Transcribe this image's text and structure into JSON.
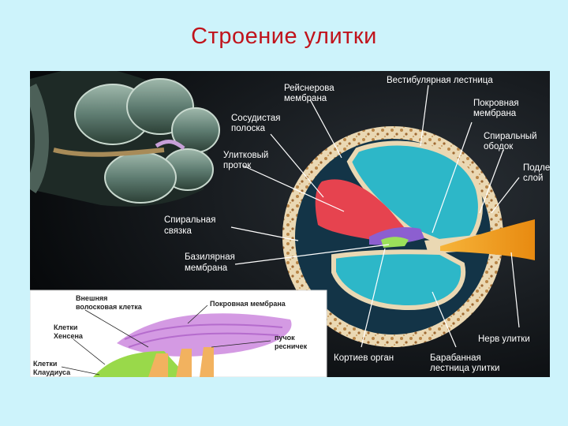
{
  "title": "Строение  улитки",
  "colors": {
    "background": "#cdf3fb",
    "title": "#c0141c",
    "figure_bg": "#101418",
    "bone": "#e9d8b5",
    "scala": "#2cb6c4",
    "duct": "#e8434d",
    "nerve": "#f0a020"
  },
  "labels": {
    "reissner_1": "Рейснерова",
    "reissner_2": "мембрана",
    "vestibular": "Вестибулярная лестница",
    "tectorial_1": "Покровная",
    "tectorial_2": "мембрана",
    "stria_1": "Сосудистая",
    "stria_2": "полоска",
    "spiral_limbus_1": "Спиральный",
    "spiral_limbus_2": "ободок",
    "duct_1": "Улитковый",
    "duct_2": "проток",
    "sub_1": "Подле",
    "sub_2": "слой",
    "spiral_ligament_1": "Спиральная",
    "spiral_ligament_2": "связка",
    "basilar_1": "Базилярная",
    "basilar_2": "мембрана",
    "nerve": "Нерв улитки",
    "corti": "Кортиев орган",
    "tympani_1": "Барабанная",
    "tympani_2": "лестница улитки"
  },
  "inset_labels": {
    "outer_hair_1": "Внешняя",
    "outer_hair_2": "волосковая клетка",
    "tectorial": "Покровная мембрана",
    "hensen_1": "Клетки",
    "hensen_2": "Хенсена",
    "bundle_1": "пучок",
    "bundle_2": "ресничек",
    "claudius_1": "Клетки",
    "claudius_2": "Клаудиуса"
  }
}
